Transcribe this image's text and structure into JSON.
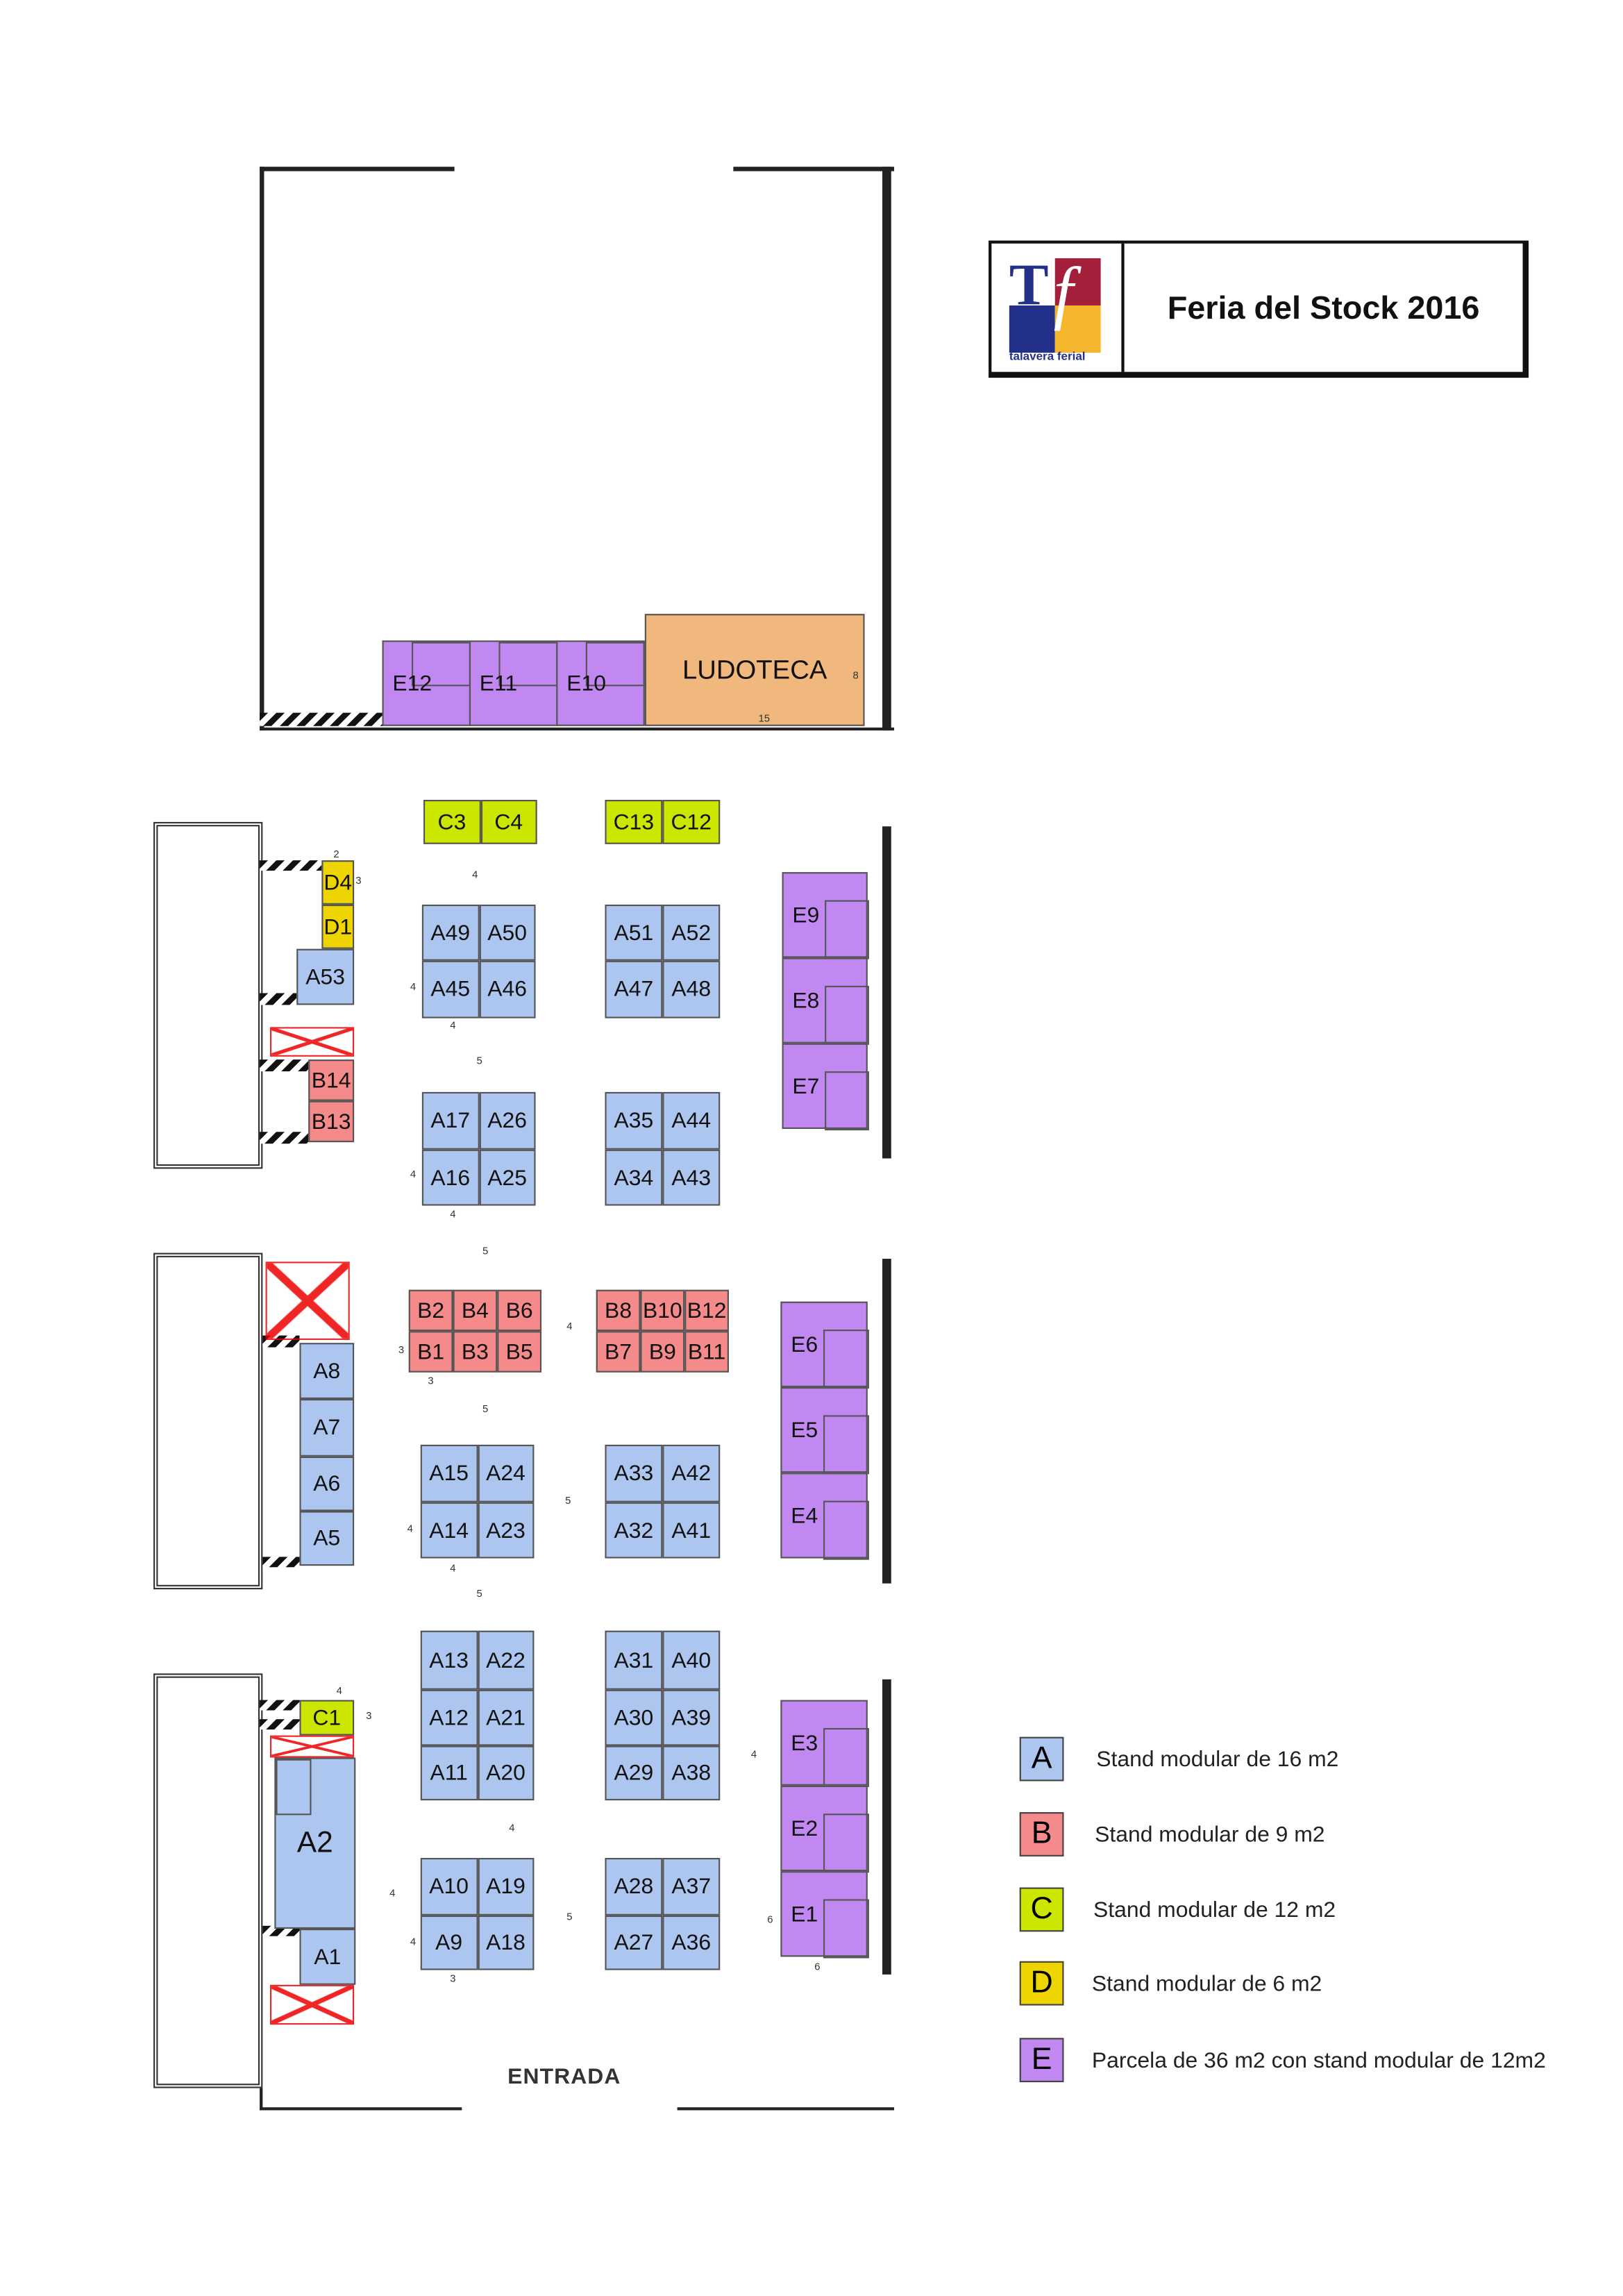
{
  "title": "Feria del Stock 2016",
  "logo": {
    "text": "talavera ferial",
    "letters": "Tf"
  },
  "entrance": "ENTRADA",
  "colors": {
    "A": "#adc6f0",
    "B": "#f48a8a",
    "C": "#cce600",
    "D": "#eed400",
    "E": "#c088f0",
    "ludoteca": "#f0b87c"
  },
  "stands": {
    "LUD": "LUDOTECA",
    "E12": "E12",
    "E11": "E11",
    "E10": "E10",
    "C3": "C3",
    "C4": "C4",
    "C13": "C13",
    "C12": "C12",
    "D4": "D4",
    "D1": "D1",
    "A53": "A53",
    "B14": "B14",
    "B13": "B13",
    "A49": "A49",
    "A50": "A50",
    "A45": "A45",
    "A46": "A46",
    "A51": "A51",
    "A52": "A52",
    "A47": "A47",
    "A48": "A48",
    "A17": "A17",
    "A26": "A26",
    "A16": "A16",
    "A25": "A25",
    "A35": "A35",
    "A44": "A44",
    "A34": "A34",
    "A43": "A43",
    "E9": "E9",
    "E8": "E8",
    "E7": "E7",
    "A8": "A8",
    "A7": "A7",
    "A6": "A6",
    "A5": "A5",
    "B2": "B2",
    "B4": "B4",
    "B6": "B6",
    "B1": "B1",
    "B3": "B3",
    "B5": "B5",
    "B8": "B8",
    "B10": "B10",
    "B12": "B12",
    "B7": "B7",
    "B9": "B9",
    "B11": "B11",
    "A15": "A15",
    "A24": "A24",
    "A14": "A14",
    "A23": "A23",
    "A33": "A33",
    "A42": "A42",
    "A32": "A32",
    "A41": "A41",
    "E6": "E6",
    "E5": "E5",
    "E4": "E4",
    "C1": "C1",
    "A2": "A2",
    "A1": "A1",
    "A13": "A13",
    "A22": "A22",
    "A12": "A12",
    "A21": "A21",
    "A11": "A11",
    "A20": "A20",
    "A31": "A31",
    "A40": "A40",
    "A30": "A30",
    "A39": "A39",
    "A29": "A29",
    "A38": "A38",
    "A10": "A10",
    "A19": "A19",
    "A9": "A9",
    "A18": "A18",
    "A28": "A28",
    "A37": "A37",
    "A27": "A27",
    "A36": "A36",
    "E3": "E3",
    "E2": "E2",
    "E1": "E1"
  },
  "dims": [
    "8",
    "15",
    "2",
    "3",
    "4",
    "4",
    "4",
    "5",
    "4",
    "4",
    "5",
    "3",
    "3",
    "4",
    "5",
    "4",
    "5",
    "4",
    "5",
    "4",
    "3",
    "4",
    "4",
    "4",
    "5",
    "6",
    "6",
    "4",
    "3"
  ],
  "legend": [
    {
      "letter": "A",
      "text": "Stand modular de 16 m2",
      "color": "#adc6f0"
    },
    {
      "letter": "B",
      "text": "Stand modular de 9 m2",
      "color": "#f48a8a"
    },
    {
      "letter": "C",
      "text": "Stand modular de 12 m2",
      "color": "#cce600"
    },
    {
      "letter": "D",
      "text": "Stand modular de 6 m2",
      "color": "#eed400"
    },
    {
      "letter": "E",
      "text": "Parcela de 36 m2 con stand modular de 12m2",
      "color": "#c088f0"
    }
  ]
}
